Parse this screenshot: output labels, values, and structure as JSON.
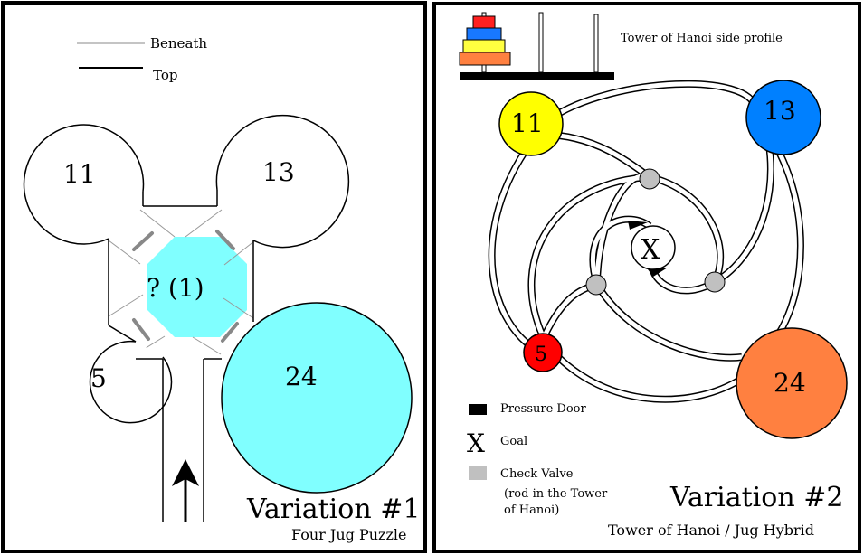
{
  "left_panel": {
    "legend": {
      "beneath": "Beneath",
      "top": "Top"
    },
    "jugs": [
      {
        "label": "11"
      },
      {
        "label": "13"
      },
      {
        "label": "5"
      },
      {
        "label": "24"
      }
    ],
    "center_label": "? (1)",
    "fill_color": "#80ffff",
    "title": "Variation #1",
    "subtitle": "Four Jug Puzzle"
  },
  "right_panel": {
    "hanoi_caption": "Tower of Hanoi side profile",
    "jugs": [
      {
        "label": "11",
        "color": "#ffff00"
      },
      {
        "label": "13",
        "color": "#0080ff"
      },
      {
        "label": "5",
        "color": "#ff0000"
      },
      {
        "label": "24",
        "color": "#ff8040"
      }
    ],
    "goal_symbol": "X",
    "legend": {
      "pressure_door": "Pressure Door",
      "goal_symbol": "X",
      "goal": "Goal",
      "check_valve": "Check Valve",
      "check_valve_note_1": "(rod in the Tower",
      "check_valve_note_2": "of Hanoi)"
    },
    "disk_colors": [
      "#ff2020",
      "#1878ff",
      "#ffff40",
      "#ff8040"
    ],
    "valve_color": "#c0c0c0",
    "title": "Variation #2",
    "subtitle": "Tower of Hanoi / Jug Hybrid"
  }
}
